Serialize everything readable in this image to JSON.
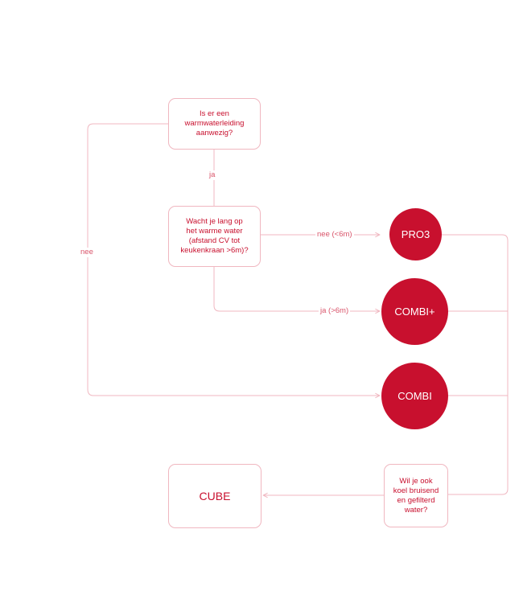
{
  "colors": {
    "accent": "#c8102e",
    "line": "#f0b7c0",
    "label": "#d9546a"
  },
  "nodes": {
    "q_warmwater": "Is er een\nwarmwaterleiding\naanwezig?",
    "q_wait": "Wacht je lang op\nhet warme water\n(afstand CV tot\nkeukenkraan >6m)?",
    "q_cooling": "Wil je ook\nkoel bruisend\nen gefilterd\nwater?",
    "pro3": "PRO3",
    "combi_plus": "COMBI+",
    "combi": "COMBI",
    "cube": "CUBE"
  },
  "edges": {
    "ja": "ja",
    "nee": "nee",
    "nee_lt6": "nee (<6m)",
    "ja_gt6": "ja (>6m)"
  }
}
